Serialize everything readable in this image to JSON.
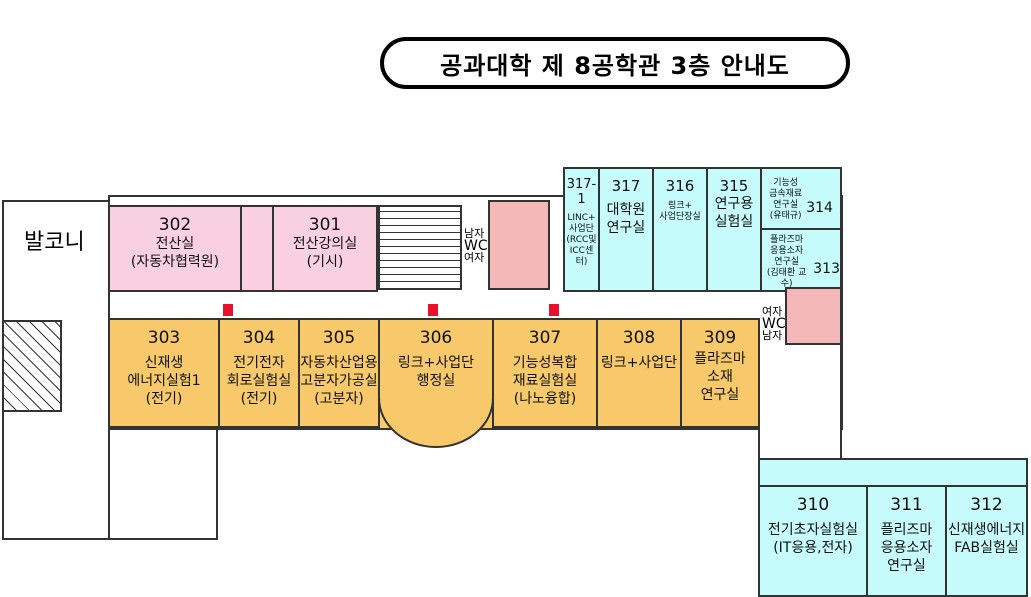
{
  "title": "공과대학 제 8공학관 3층 안내도",
  "balcony": "발코니",
  "restrooms": {
    "left": {
      "men": "남자",
      "wc": "WC",
      "women": "여자"
    },
    "right": {
      "women": "여자",
      "wc": "WC",
      "men": "남자"
    }
  },
  "rooms": [
    {
      "num": "302",
      "label": "전산실\n(자동차협력원)"
    },
    {
      "num": "301",
      "label": "전산강의실\n(기시)"
    },
    {
      "num": "317-1",
      "label": "LINC+\n사업단\n(RCC및\nICC센터)"
    },
    {
      "num": "317",
      "label": "대학원\n연구실"
    },
    {
      "num": "316",
      "label": "링크+\n사업단장실"
    },
    {
      "num": "315",
      "label": "연구용\n실험실"
    },
    {
      "num": "314",
      "label": "기능성\n금속재료\n연구실\n(유태규)"
    },
    {
      "num": "313",
      "label": "플라즈마\n응용소자\n연구실\n(김태환 교수)"
    },
    {
      "num": "303",
      "label": "신재생\n에너지실험1\n(전기)"
    },
    {
      "num": "304",
      "label": "전기전자\n회로실험실\n(전기)"
    },
    {
      "num": "305",
      "label": "자동차산업용\n고분자가공실\n(고분자)"
    },
    {
      "num": "306",
      "label": "링크+사업단\n행정실"
    },
    {
      "num": "307",
      "label": "기능성복합\n재료실험실\n(나노융합)"
    },
    {
      "num": "308",
      "label": "링크+사업단"
    },
    {
      "num": "309",
      "label": "플라즈마\n소재\n연구실"
    },
    {
      "num": "310",
      "label": "전기초자실험실\n(IT응용,전자)"
    },
    {
      "num": "311",
      "label": "플리즈마\n응용소자\n연구실"
    },
    {
      "num": "312",
      "label": "신재생에너지\nFAB실험실"
    }
  ],
  "colors": {
    "pink": "#f9d0df",
    "orange": "#f7c96a",
    "cyan": "#c6fcfc",
    "extinguisher": "#e8112d"
  }
}
